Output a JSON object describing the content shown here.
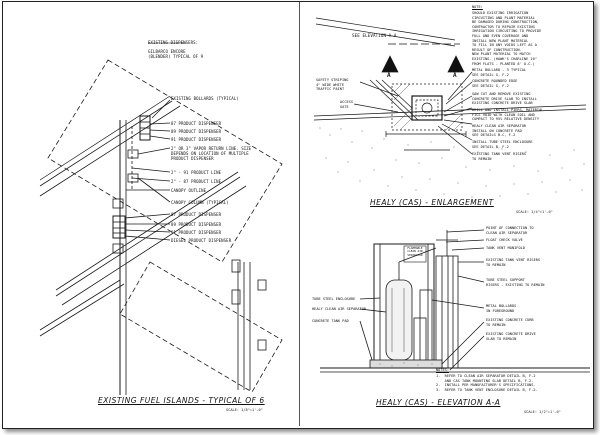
{
  "left_panel": {
    "title": "EXISTING FUEL ISLANDS - TYPICAL OF 6",
    "scale": "SCALE: 1/8\"=1'-0\"",
    "header_lines": [
      "EXISTING DISPENSERS:",
      "GILBARCO ENCORE",
      "(BLENDER) TYPICAL OF 9"
    ],
    "labels": [
      "EXISTING BOLLARDS (TYPICAL)",
      "87 PRODUCT DISPENSER",
      "89 PRODUCT DISPENSER",
      "91 PRODUCT DISPENSER",
      "2\" OR 3\" VAPOR RETURN LINE.  SIZE DEPENDS ON LOCATION OF MULTIPLE PRODUCT DISPENSER",
      "2\" - 91 PRODUCT LINE",
      "2\" - 87 PRODUCT LINE",
      "CANOPY OUTLINE",
      "CANOPY COLUMN (TYPICAL)",
      "87 PRODUCT DISPENSER",
      "89 PRODUCT DISPENSER",
      "91 PRODUCT DISPENSER",
      "DIESEL PRODUCT DISPENSER"
    ]
  },
  "top_right": {
    "title": "HEALY (CAS) - ENLARGEMENT",
    "scale": "SCALE: 1/4\"=1'-0\"",
    "elevation_tag": "SEE ELEVATION A-A",
    "section_letter": "A",
    "note_heading": "NOTE:",
    "note_lines": [
      "SHOULD EXISTING IRRIGATION",
      "CIRCUITING AND PLANT MATERIAL",
      "BE DAMAGED DURING CONSTRUCTION,",
      "CONTRACTOR TO REPAIR EXISTING",
      "IRRIGATION CIRCUITING TO PROVIDE",
      "FULL AND EVEN COVERAGE AND",
      "INSTALL NEW PLANT MATERIAL",
      "TO FILL IN ANY VOIDS LEFT AS A",
      "RESULT OF CONSTRUCTION.",
      "NEW PLANT MATERIAL TO MATCH",
      "EXISTING. (HAWK'S CHARLINE 10\"",
      "FROM FLATS - PLANTED 8' O.C.)"
    ],
    "labels": [
      "METAL BOLLARD - 3 TYPICAL\nSEE DETAIL G, F-2",
      "CONCRETE ROUNDED EDGE\nSEE DETAIL G, F-2",
      "SAW CUT AND REMOVE EXISTING\nCONCRETE DRIVE SLAB TO INSTALL\nEXISTING CONCRETE DRIVE SLAB",
      "DRILL AND INSTALL PIERS, MATERIAL\nFILL VOID WITH CLEAN SOIL AND\nCOMPACT TO 95% RELATIVE DENSITY",
      "HEALY CLEAN AIR SEPARATOR\nINSTALL ON CONCRETE PAD\nSEE DETAILS B-C, F-2",
      "INSTALL TUBE STEEL ENCLOSURE\nSEE DETAIL B, F-2",
      "EXISTING TANK VENT RISERS\nTO REMAIN",
      "SAFETY STRIPING\n4\" WIDE WHITE\nTRAFFIC PAINT",
      "ACCESS\nGATE"
    ]
  },
  "bottom_right": {
    "title": "HEALY (CAS) - ELEVATION A-A",
    "scale": "SCALE: 1/2\"=1'-0\"",
    "labels_right": [
      "POINT OF CONNECTION TO\nCLEAN AIR SEPARATOR",
      "FLOAT CHECK VALVE",
      "TANK VENT MANIFOLD",
      "EXISTING TANK VENT RISERS\nTO REMAIN",
      "TUBE STEEL SUPPORT\nRISERS - EXISTING TO REMAIN",
      "METAL BOLLARDS\nIN FOREGROUND",
      "EXISTING CONCRETE CURB\nTO REMAIN",
      "EXISTING CONCRETE DRIVE\nSLAB TO REMAIN"
    ],
    "labels_left": [
      "TUBE STEEL ENCLOSURE",
      "HEALY CLEAN AIR SEPARATOR",
      "CONCRETE TANK PAD"
    ],
    "sign_text": "FLAMMABLE\nCLEAN AIR\nSEPARATOR",
    "notes_heading": "NOTES:",
    "notes": [
      "1.  REFER TO CLEAN AIR SEPARATOR DETAIL B, F-2",
      "    AND CAS TANK MOUNTING SLAB DETAIL B, F-2.",
      "2.  INSTALL PER MANUFACTURER'S SPECIFICATIONS.",
      "3.  REFER TO TANK VENT ENCLOSURE DETAIL B, F-2."
    ]
  }
}
